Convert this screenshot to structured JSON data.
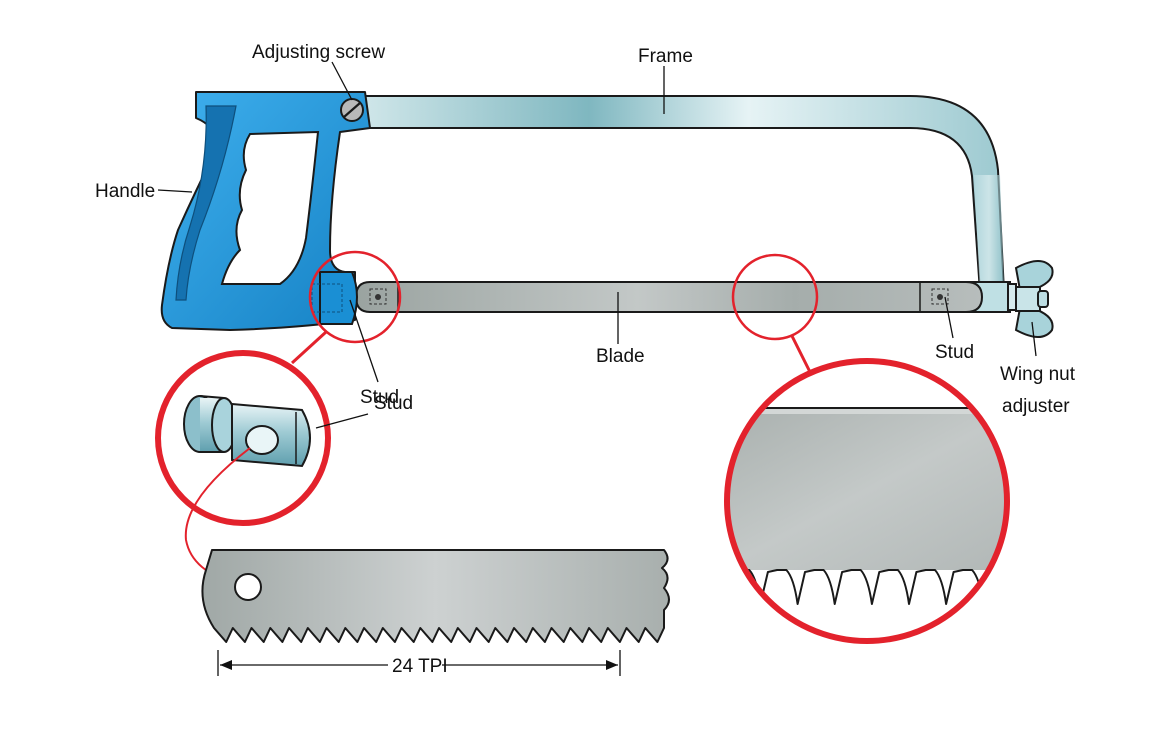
{
  "labels": {
    "adjusting_screw": "Adjusting screw",
    "frame": "Frame",
    "handle": "Handle",
    "blade": "Blade",
    "stud_left": "Stud",
    "stud_right": "Stud",
    "wing_nut_line1": "Wing nut",
    "wing_nut_line2": "adjuster",
    "stud_detail": "Stud",
    "tpi": "24 TPI"
  },
  "colors": {
    "handle": "#1e96d8",
    "frame": "#a9d2d8",
    "blade": "#a6aeab",
    "highlight_circle": "#e3222c",
    "leader": "#111111"
  },
  "icons": {
    "wing_nut": "wing-nut-icon",
    "stud": "stud-icon",
    "screw": "adjusting-screw-icon"
  }
}
